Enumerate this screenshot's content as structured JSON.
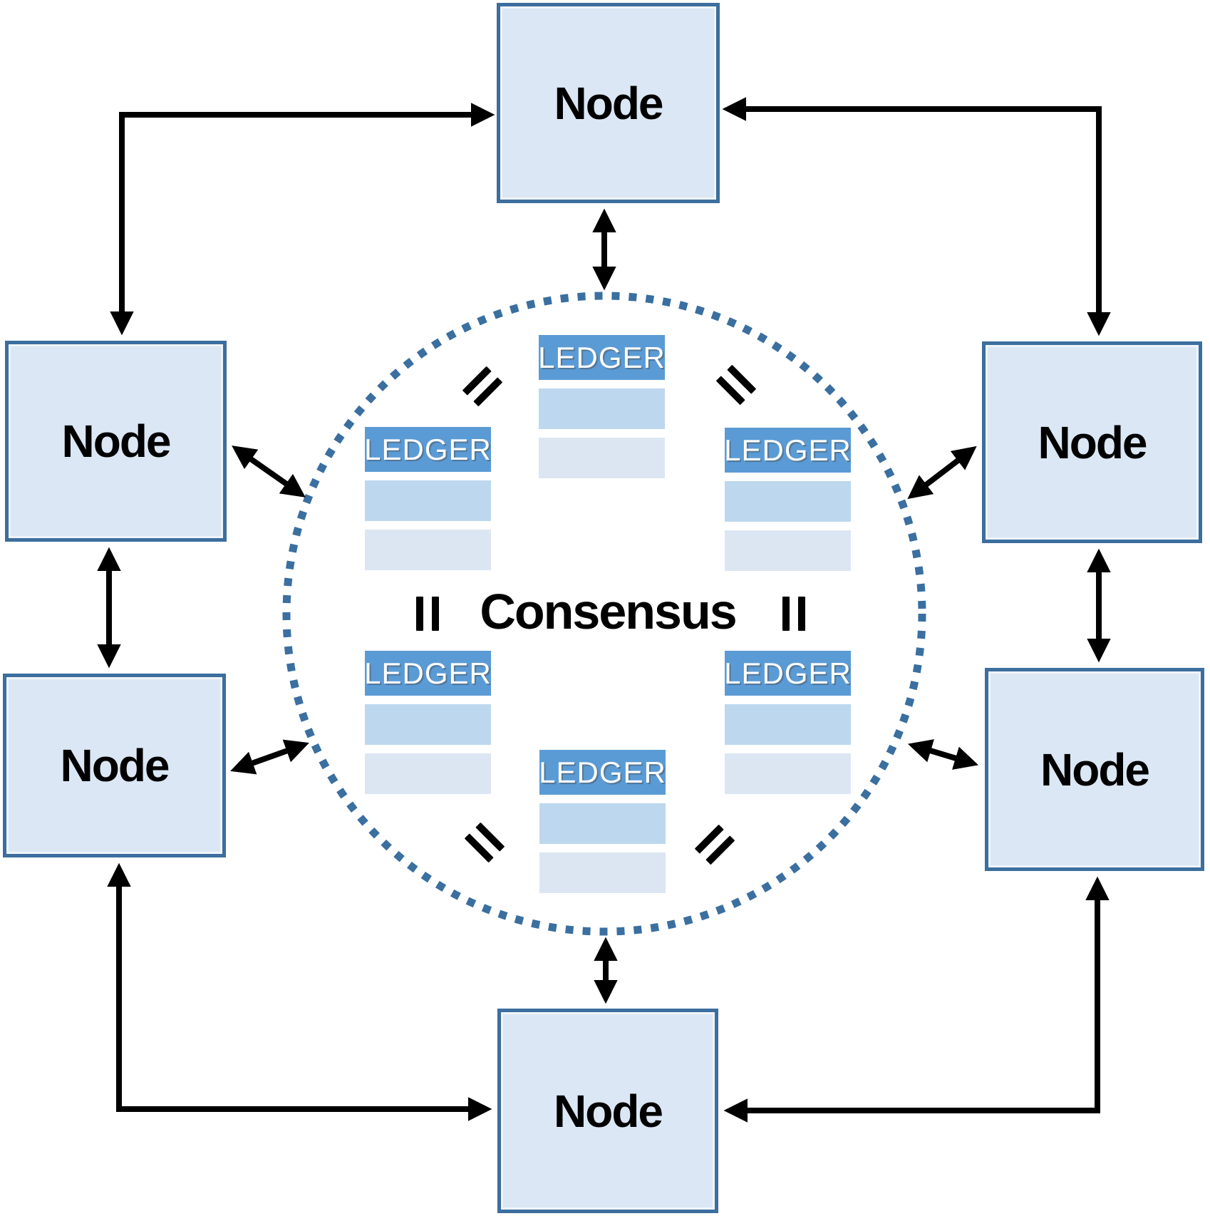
{
  "diagram": {
    "type": "peer-to-peer-consensus-network",
    "center_label": "Consensus",
    "colors": {
      "node_fill": "#dbe7f4",
      "node_border": "#3c6e9e",
      "ledger_header": "#5b9bd5",
      "ledger_row_a": "#bdd7ee",
      "ledger_row_b": "#dce6f3",
      "ring_dot": "#3a6fa0",
      "arrow": "#000000",
      "label_text": "#000000",
      "ledger_text": "#ffffff"
    }
  },
  "nodes": [
    {
      "id": "node-top",
      "label": "Node"
    },
    {
      "id": "node-left-upper",
      "label": "Node"
    },
    {
      "id": "node-left-lower",
      "label": "Node"
    },
    {
      "id": "node-right-upper",
      "label": "Node"
    },
    {
      "id": "node-right-lower",
      "label": "Node"
    },
    {
      "id": "node-bottom",
      "label": "Node"
    }
  ],
  "ledgers": [
    {
      "id": "ledger-top-center",
      "label": "LEDGER"
    },
    {
      "id": "ledger-upper-left",
      "label": "LEDGER"
    },
    {
      "id": "ledger-upper-right",
      "label": "LEDGER"
    },
    {
      "id": "ledger-lower-left",
      "label": "LEDGER"
    },
    {
      "id": "ledger-lower-right",
      "label": "LEDGER"
    },
    {
      "id": "ledger-bottom-center",
      "label": "LEDGER"
    }
  ],
  "symbols": {
    "equals_icon": "=",
    "equals_count": 6
  },
  "connections": [
    {
      "from": "node-left-upper",
      "to": "node-top",
      "style": "elbow",
      "arrows": "both"
    },
    {
      "from": "node-top",
      "to": "node-right-upper",
      "style": "elbow",
      "arrows": "both"
    },
    {
      "from": "node-left-lower",
      "to": "node-bottom",
      "style": "elbow",
      "arrows": "both"
    },
    {
      "from": "node-right-lower",
      "to": "node-bottom",
      "style": "elbow",
      "arrows": "both"
    },
    {
      "from": "node-left-upper",
      "to": "node-left-lower",
      "style": "straight",
      "arrows": "both"
    },
    {
      "from": "node-right-upper",
      "to": "node-right-lower",
      "style": "straight",
      "arrows": "both"
    },
    {
      "from": "node-top",
      "to": "consensus-ring",
      "style": "straight",
      "arrows": "both"
    },
    {
      "from": "node-bottom",
      "to": "consensus-ring",
      "style": "straight",
      "arrows": "both"
    },
    {
      "from": "node-left-upper",
      "to": "consensus-ring",
      "style": "straight",
      "arrows": "both"
    },
    {
      "from": "node-left-lower",
      "to": "consensus-ring",
      "style": "straight",
      "arrows": "both"
    },
    {
      "from": "node-right-upper",
      "to": "consensus-ring",
      "style": "straight",
      "arrows": "both"
    },
    {
      "from": "node-right-lower",
      "to": "consensus-ring",
      "style": "straight",
      "arrows": "both"
    }
  ]
}
